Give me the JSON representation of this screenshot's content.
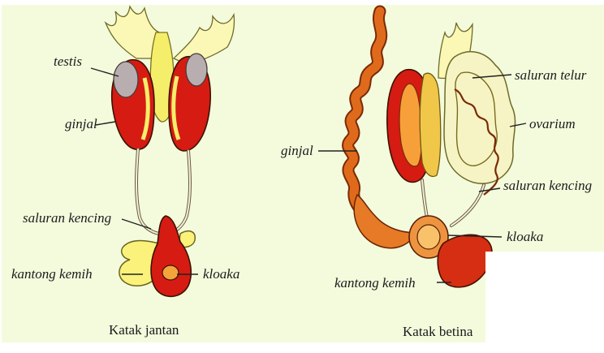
{
  "male": {
    "caption": "Katak jantan",
    "labels": {
      "testis": "testis",
      "kidney": "ginjal",
      "ureter": "saluran kencing",
      "bladder": "kantong kemih",
      "cloaca": "kloaka"
    }
  },
  "female": {
    "caption": "Katak betina",
    "labels": {
      "oviduct": "saluran telur",
      "ovary": "ovarium",
      "kidney": "ginjal",
      "ureter": "saluran kencing",
      "cloaca": "kloaka",
      "bladder": "kantong kemih"
    }
  },
  "colors": {
    "background": "#f3fbdc",
    "kidney_red": "#d61b12",
    "testis_grey": "#b8aeb0",
    "fat_body": "#fbf7b5",
    "yellow_organ": "#f4e93a",
    "oviduct_orange": "#e06a1c",
    "ovary_cream": "#f6f4c4",
    "cover_box": "#ffffff"
  }
}
